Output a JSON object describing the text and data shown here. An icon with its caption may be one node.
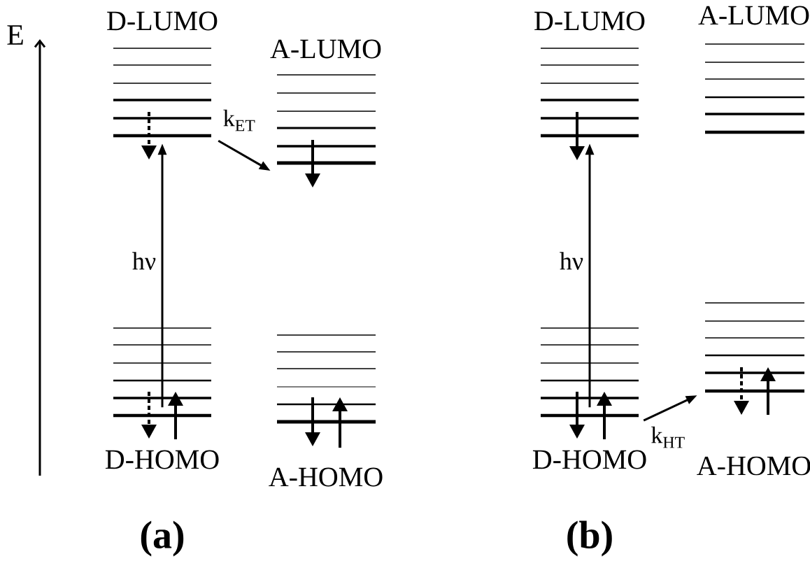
{
  "diagram": {
    "nodes": [
      {
        "text": [
          "D-LUMO"
        ]
      },
      {
        "text": [
          "A-LUMO"
        ]
      },
      {
        "text": [
          "D-HOMO"
        ]
      },
      {
        "text": [
          "A-HOMO"
        ]
      },
      {
        "text": [
          "D-LUMO"
        ]
      },
      {
        "text": [
          "A-LUMO"
        ]
      },
      {
        "text": [
          "D-HOMO"
        ]
      },
      {
        "text": [
          "A-HOMO"
        ]
      }
    ],
    "edges": [
      {
        "from": 2,
        "to": 0,
        "arrow": "to",
        "label": "hν"
      },
      {
        "from": 0,
        "to": 1,
        "arrow": "to",
        "label": "k$_{ET}$"
      },
      {
        "from": 6,
        "to": 4,
        "arrow": "to",
        "label": "hν"
      },
      {
        "from": 6,
        "to": 7,
        "arrow": "to",
        "label": "k$_{HT}$"
      }
    ],
    "labels": [
      "E",
      "(a)",
      "(b)"
    ]
  }
}
